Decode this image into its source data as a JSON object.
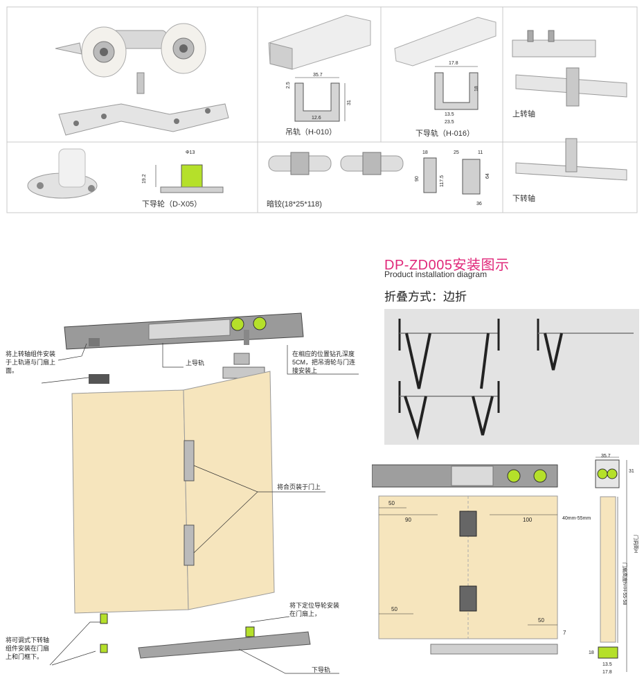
{
  "catalog": {
    "items": [
      {
        "label": ""
      },
      {
        "label": "吊轨（H-010）",
        "dims": [
          "35.7",
          "2.5",
          "31",
          "12.6"
        ]
      },
      {
        "label": "下导轨（H-016）",
        "dims": [
          "17.8",
          "18",
          "13.5",
          "23.5"
        ]
      },
      {
        "label": "上转轴"
      },
      {
        "label": "下导轮（D-X05）",
        "dims": [
          "Φ13",
          "19.2"
        ]
      },
      {
        "label": "暗铰(18*25*118)",
        "dims": [
          "18",
          "25",
          "11",
          "117.5",
          "90",
          "64",
          "36"
        ]
      },
      {
        "label": "下转轴"
      }
    ]
  },
  "install": {
    "title": "DP-ZD005安装图示",
    "subtitle": "Product installation diagram",
    "fold_heading": "折叠方式：边折",
    "notes": {
      "top_pivot": "将上转轴组件安装于上轨道与门扇上面。",
      "upper_rail": "上导轨",
      "drill": "在相应的位置钻孔深度5CM，把吊滑轮与门连接安装上",
      "hinge": "将合页装于门上",
      "guide_wheel": "将下定位导轮安装在门扇上，",
      "bottom_pivot": "将可调式下转轴组件安装在门扇上和门框下。",
      "lower_rail": "下导轨"
    },
    "front_dims": {
      "d1": "50",
      "d2": "90",
      "d3": "100",
      "d4": "50",
      "d5": "50",
      "d6": "7"
    },
    "side_dims": {
      "w": "35.7",
      "h": "31",
      "gap": "40mm-55mm",
      "door_h": "门洞高H",
      "leaf_h": "门扇高度h=H-55-58",
      "b1": "18",
      "b2": "13.5",
      "b3": "17.8"
    }
  },
  "colors": {
    "accent": "#e0287a",
    "wood": "#f6e5bd",
    "wheel": "#b5e02a",
    "rail": "#9a9a9a"
  }
}
